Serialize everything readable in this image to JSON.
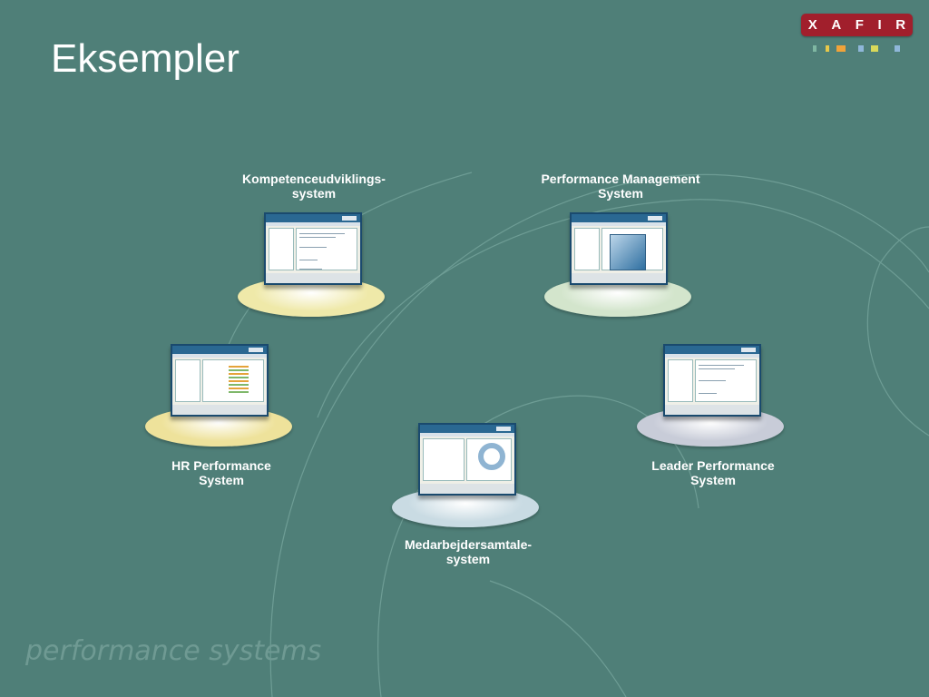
{
  "slide": {
    "title": "Eksempler",
    "footer": "performance systems"
  },
  "brand": {
    "logo_letters": [
      "X",
      "A",
      "F",
      "I",
      "R"
    ],
    "logo_color": "#a11f2c",
    "mark_colors": [
      "#7fb7a2",
      "#e7c84a",
      "#f0a33a",
      "#8fb7d9",
      "#d9d95a",
      "#8fb7d9"
    ]
  },
  "products": [
    {
      "id": "kompetence",
      "lines": [
        "Kompetenceudviklings-",
        "system"
      ],
      "disc_color": "#efe9a9"
    },
    {
      "id": "performance-management",
      "lines": [
        "Performance Management",
        "System"
      ],
      "disc_color": "#d3e5cc"
    },
    {
      "id": "hr-performance",
      "lines": [
        "HR Performance",
        "System"
      ],
      "disc_color": "#eee29b"
    },
    {
      "id": "medarbejdersamtale",
      "lines": [
        "Medarbejdersamtale-",
        "system"
      ],
      "disc_color": "#c9dbe3"
    },
    {
      "id": "leader-performance",
      "lines": [
        "Leader Performance",
        "System"
      ],
      "disc_color": "#c8ccd8"
    }
  ],
  "colors": {
    "background": "#4f7f78",
    "swirl": "#6e9d95",
    "title": "#ffffff"
  }
}
